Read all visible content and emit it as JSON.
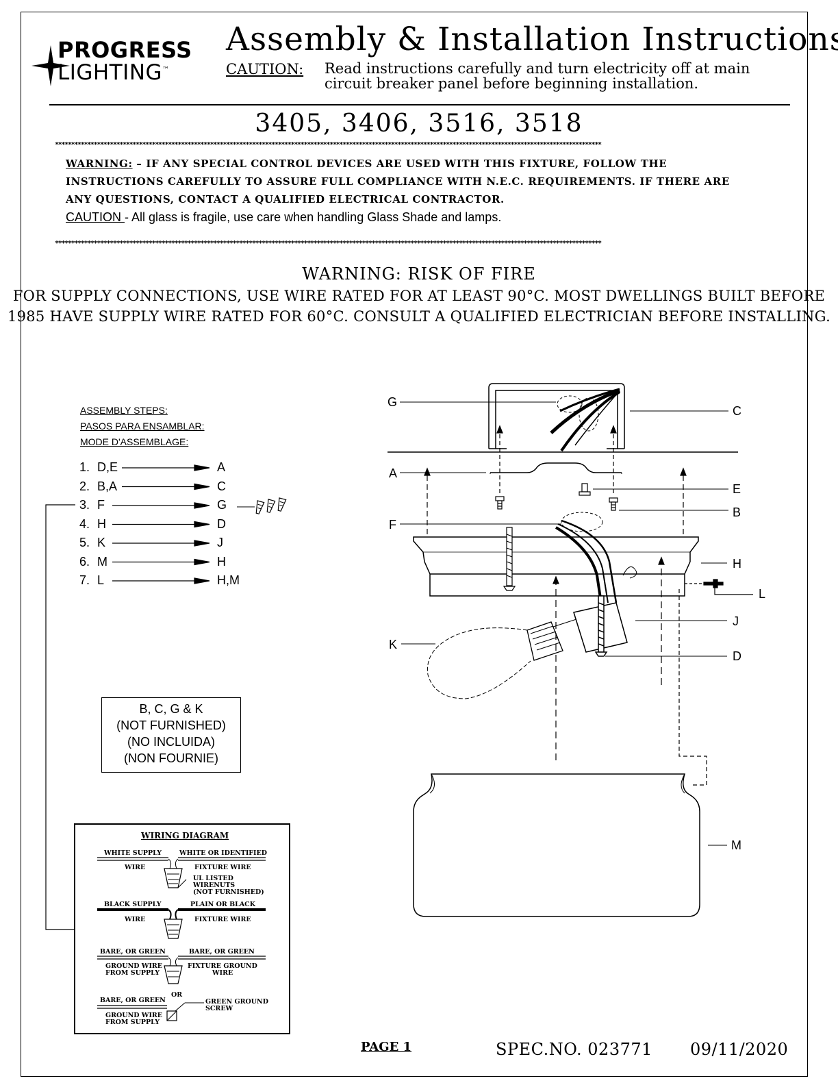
{
  "brand": {
    "line1": "PROGRESS",
    "line2": "LIGHTING",
    "tm": "™"
  },
  "header": {
    "title": "Assembly & Installation Instructions",
    "caution_label": "CAUTION:",
    "caution_line1": "Read instructions carefully and turn electricity off at main",
    "caution_line2": "circuit breaker panel before beginning installation."
  },
  "models": "3405, 3406, 3516, 3518",
  "stars": "*************************************************************************************************************************************************************************",
  "warning_box": {
    "label": "WARNING:",
    "text": " – IF ANY SPECIAL CONTROL DEVICES ARE USED WITH THIS FIXTURE, FOLLOW THE INSTRUCTIONS CAREFULLY TO ASSURE FULL COMPLIANCE WITH N.E.C. REQUIREMENTS. IF THERE ARE ANY QUESTIONS, CONTACT A QUALIFIED ELECTRICAL CONTRACTOR.",
    "caution_label": "CAUTION ",
    "caution_text": "- All glass is fragile, use care when handling Glass Shade and lamps."
  },
  "fire": {
    "title": "WARNING: RISK OF FIRE",
    "line1": "FOR SUPPLY CONNECTIONS, USE WIRE RATED FOR AT LEAST 90°C. MOST DWELLINGS BUILT BEFORE",
    "line2": "1985 HAVE SUPPLY WIRE RATED FOR 60°C.  CONSULT A QUALIFIED ELECTRICIAN BEFORE INSTALLING."
  },
  "assembly": {
    "heading_en": "ASSEMBLY STEPS:",
    "heading_es": "PASOS PARA ENSAMBLAR:",
    "heading_fr": "MODE D'ASSEMBLAGE:",
    "steps": [
      {
        "num": "1.",
        "from": "D,E",
        "to": "A"
      },
      {
        "num": "2.",
        "from": "B,A",
        "to": "C"
      },
      {
        "num": "3.",
        "from": "F",
        "to": "G"
      },
      {
        "num": "4.",
        "from": "H",
        "to": "D"
      },
      {
        "num": "5.",
        "from": "K",
        "to": "J"
      },
      {
        "num": "6.",
        "from": "M",
        "to": "H"
      },
      {
        "num": "7.",
        "from": "L",
        "to": "H,M"
      }
    ]
  },
  "not_furnished": {
    "line1": "B, C, G & K",
    "line2": "(NOT FURNISHED)",
    "line3": "(NO INCLUIDA)",
    "line4": "(NON FOURNIE)"
  },
  "wiring": {
    "title": "WIRING DIAGRAM",
    "white_supply": "WHITE SUPPLY",
    "white_identified": "WHITE OR IDENTIFIED",
    "wire": "WIRE",
    "fixture_wire": "FIXTURE WIRE",
    "ul1": "UL LISTED",
    "ul2": "WIRENUTS",
    "ul3": "(NOT FURNISHED)",
    "black_supply": "BLACK SUPPLY",
    "plain_black": "PLAIN OR BLACK",
    "bare_green": "BARE, OR GREEN",
    "ground_from1": "GROUND WIRE",
    "ground_from2": "FROM SUPPLY",
    "fixture_ground1": "FIXTURE GROUND",
    "fixture_ground2": "WIRE",
    "or": "OR",
    "green_screw1": "GREEN GROUND",
    "green_screw2": "SCREW"
  },
  "callouts": {
    "A": "A",
    "B": "B",
    "C": "C",
    "D": "D",
    "E": "E",
    "F": "F",
    "G": "G",
    "H": "H",
    "J": "J",
    "K": "K",
    "L": "L",
    "M": "M"
  },
  "footer": {
    "page": "PAGE 1",
    "spec": "SPEC.NO. 023771",
    "date": "09/11/2020"
  }
}
